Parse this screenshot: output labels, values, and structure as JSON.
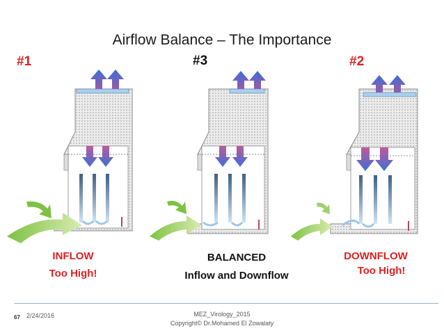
{
  "slide": {
    "title": "Airflow Balance – The Importance",
    "labels": [
      "#1",
      "#3",
      "#2"
    ],
    "captions": {
      "left_line1": "INFLOW",
      "left_line2": "Too High!",
      "center_line1": "BALANCED",
      "center_line2": "Inflow and Downflow",
      "right_line1": "DOWNFLOW",
      "right_line2": "Too High!"
    },
    "colors": {
      "accent_red": "#e02020",
      "exhaust_arrow": "#3a6fd8",
      "downflow_arrow": "#7a4fb0",
      "inflow_arrow": "#7dc242"
    }
  },
  "footer": {
    "slide_number": "67",
    "date": "2/24/2016",
    "line1": "MEZ_Virology_2015",
    "line2": "Copyright© Dr.Mohamed El Zowalaty"
  }
}
